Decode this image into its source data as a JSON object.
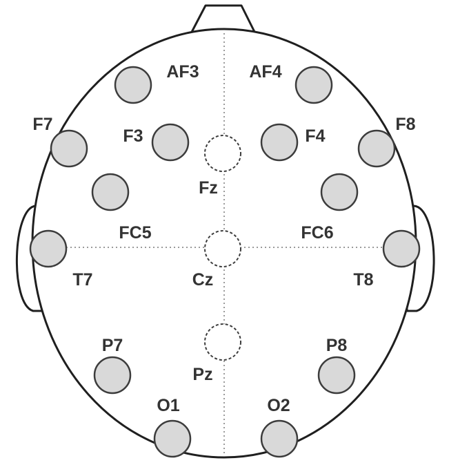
{
  "colors": {
    "outline": "#1f1f1f",
    "electrode_fill": "#d9d9d9",
    "electrode_stroke": "#3c3c3c",
    "guide_line": "#9a9a9a",
    "label": "#333333"
  },
  "electrodes": [
    {
      "label": "AF3",
      "style": "solid"
    },
    {
      "label": "AF4",
      "style": "solid"
    },
    {
      "label": "F7",
      "style": "solid"
    },
    {
      "label": "F3",
      "style": "solid"
    },
    {
      "label": "F4",
      "style": "solid"
    },
    {
      "label": "F8",
      "style": "solid"
    },
    {
      "label": "Fz",
      "style": "dashed"
    },
    {
      "label": "FC5",
      "style": "solid"
    },
    {
      "label": "FC6",
      "style": "solid"
    },
    {
      "label": "T7",
      "style": "solid"
    },
    {
      "label": "Cz",
      "style": "dashed"
    },
    {
      "label": "T8",
      "style": "solid"
    },
    {
      "label": "P7",
      "style": "solid"
    },
    {
      "label": "Pz",
      "style": "dashed"
    },
    {
      "label": "P8",
      "style": "solid"
    },
    {
      "label": "O1",
      "style": "solid"
    },
    {
      "label": "O2",
      "style": "solid"
    }
  ]
}
